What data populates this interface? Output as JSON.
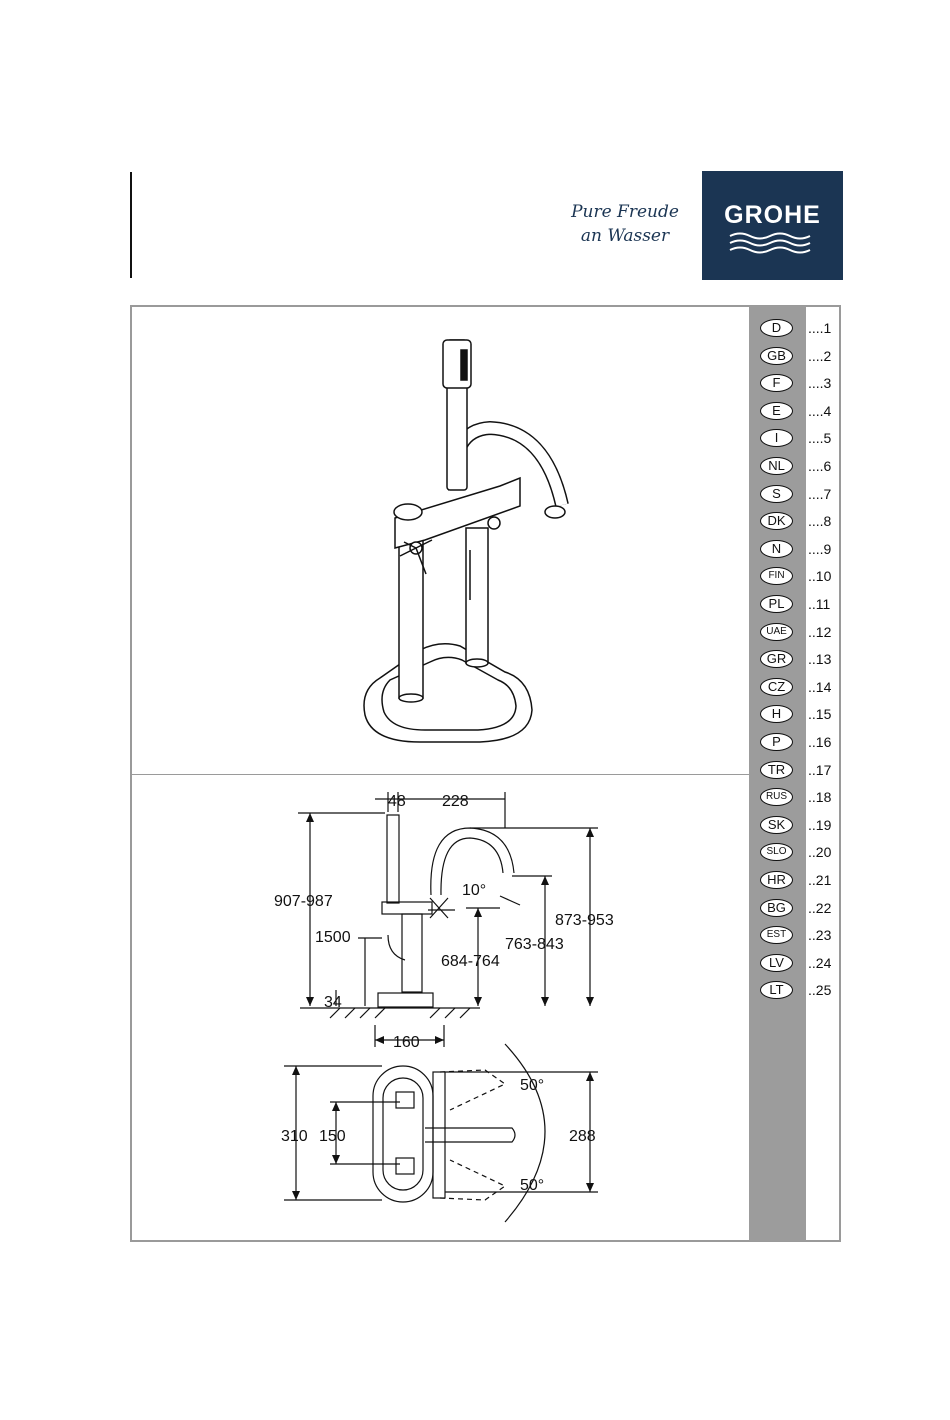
{
  "header": {
    "slogan_line1": "Pure Freude",
    "slogan_line2": "an Wasser",
    "brand": "GROHE"
  },
  "colors": {
    "brand_navy": "#1b3553",
    "sidebar_grey": "#9c9c9c",
    "frame_grey": "#9a9a9a"
  },
  "languages": [
    {
      "code": "D",
      "page": "....1"
    },
    {
      "code": "GB",
      "page": "....2"
    },
    {
      "code": "F",
      "page": "....3"
    },
    {
      "code": "E",
      "page": "....4"
    },
    {
      "code": "I",
      "page": "....5"
    },
    {
      "code": "NL",
      "page": "....6"
    },
    {
      "code": "S",
      "page": "....7"
    },
    {
      "code": "DK",
      "page": "....8"
    },
    {
      "code": "N",
      "page": "....9"
    },
    {
      "code": "FIN",
      "page": "..10"
    },
    {
      "code": "PL",
      "page": "..11"
    },
    {
      "code": "UAE",
      "page": "..12"
    },
    {
      "code": "GR",
      "page": "..13"
    },
    {
      "code": "CZ",
      "page": "..14"
    },
    {
      "code": "H",
      "page": "..15"
    },
    {
      "code": "P",
      "page": "..16"
    },
    {
      "code": "TR",
      "page": "..17"
    },
    {
      "code": "RUS",
      "page": "..18"
    },
    {
      "code": "SK",
      "page": "..19"
    },
    {
      "code": "SLO",
      "page": "..20"
    },
    {
      "code": "HR",
      "page": "..21"
    },
    {
      "code": "BG",
      "page": "..22"
    },
    {
      "code": "EST",
      "page": "..23"
    },
    {
      "code": "LV",
      "page": "..24"
    },
    {
      "code": "LT",
      "page": "..25"
    }
  ],
  "dimensions": {
    "side_view": {
      "d48": "48",
      "d228": "228",
      "d907_987": "907-987",
      "d1500": "1500",
      "angle10": "10°",
      "d873_953": "873-953",
      "d763_843": "763-843",
      "d684_764": "684-764",
      "d34": "34",
      "d160": "160"
    },
    "top_view": {
      "angle50_top": "50°",
      "angle50_bottom": "50°",
      "d310": "310",
      "d150": "150",
      "d288": "288"
    }
  }
}
